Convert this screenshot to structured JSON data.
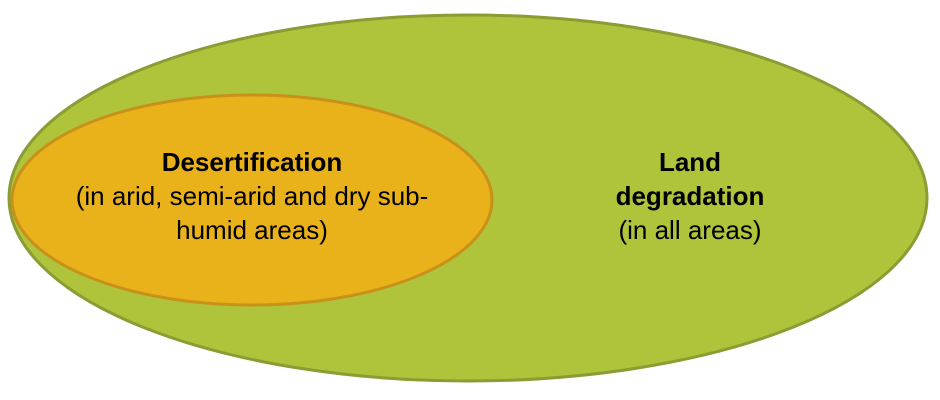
{
  "diagram": {
    "type": "nested-ellipse",
    "outer": {
      "title_line1": "Land",
      "title_line2": "degradation",
      "subtitle": "(in all areas)",
      "fill": "#afc43a",
      "stroke": "#8a9c33"
    },
    "inner": {
      "title": "Desertification",
      "subtitle_line1": "(in arid, semi-arid and dry sub-",
      "subtitle_line2": "humid areas)",
      "fill": "#eab21a",
      "stroke": "#c8911a"
    }
  }
}
